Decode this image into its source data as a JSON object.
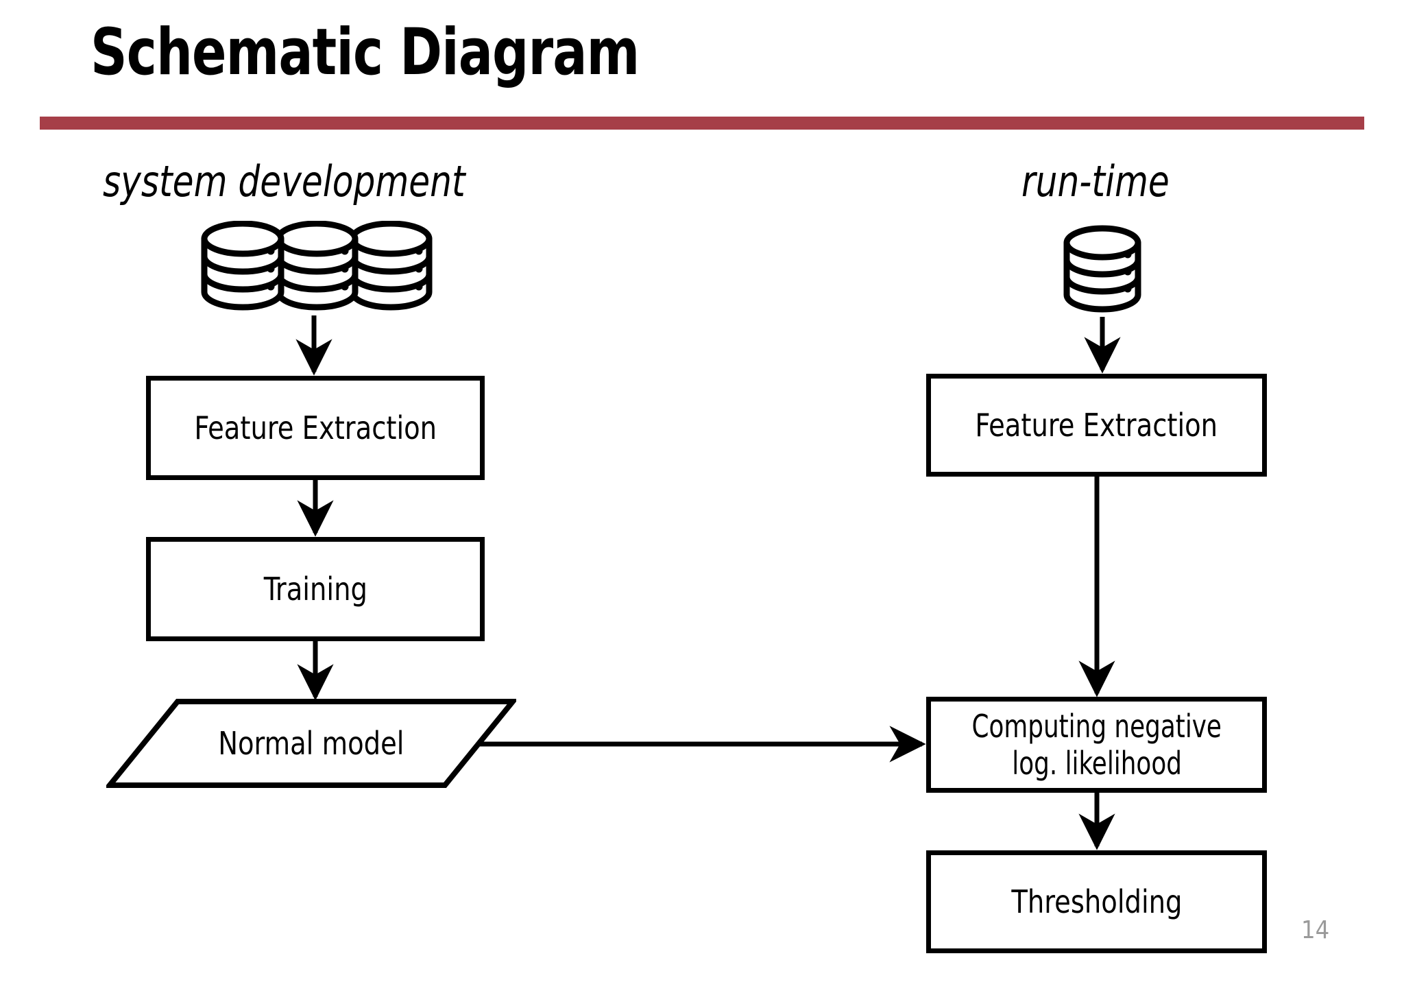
{
  "slide": {
    "title": "Schematic Diagram",
    "page_number": "14",
    "accent_color": "#A63F48",
    "background_color": "#FFFFFF",
    "line_color": "#000000",
    "page_number_color": "#9A9A9A"
  },
  "columns": {
    "left_caption": "system development",
    "right_caption": "run-time"
  },
  "diagram": {
    "type": "flowchart",
    "left_pipeline": {
      "source": {
        "icon": "database-stack-icon",
        "count": 3,
        "label": ""
      },
      "nodes": [
        {
          "id": "fe-left",
          "shape": "rectangle",
          "label": "Feature Extraction"
        },
        {
          "id": "training",
          "shape": "rectangle",
          "label": "Training"
        },
        {
          "id": "normal-model",
          "shape": "parallelogram",
          "label": "Normal model"
        }
      ]
    },
    "right_pipeline": {
      "source": {
        "icon": "database-icon",
        "count": 1,
        "label": ""
      },
      "nodes": [
        {
          "id": "fe-right",
          "shape": "rectangle",
          "label": "Feature Extraction"
        },
        {
          "id": "nll",
          "shape": "rectangle",
          "label_line_1": "Computing negative",
          "label_line_2": "log. likelihood"
        },
        {
          "id": "thresholding",
          "shape": "rectangle",
          "label": "Thresholding"
        }
      ]
    },
    "edges": [
      {
        "from": "database-stack",
        "to": "fe-left",
        "direction": "down"
      },
      {
        "from": "fe-left",
        "to": "training",
        "direction": "down"
      },
      {
        "from": "training",
        "to": "normal-model",
        "direction": "down"
      },
      {
        "from": "normal-model",
        "to": "nll",
        "direction": "right"
      },
      {
        "from": "database",
        "to": "fe-right",
        "direction": "down"
      },
      {
        "from": "fe-right",
        "to": "nll",
        "direction": "down"
      },
      {
        "from": "nll",
        "to": "thresholding",
        "direction": "down"
      }
    ]
  }
}
